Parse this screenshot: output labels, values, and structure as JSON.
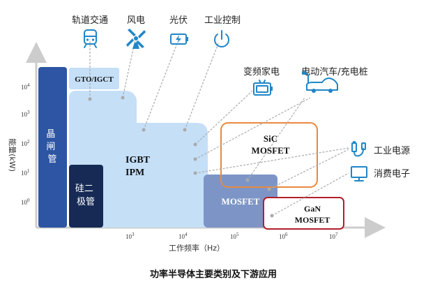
{
  "applications": {
    "rail": "轨道交通",
    "wind": "风电",
    "pv": "光伏",
    "industrial_control": "工业控制",
    "vfd_appliance": "变频家电",
    "ev_charging": "电动汽车/充电桩",
    "industrial_power": "工业电源",
    "consumer_electronics": "消费电子"
  },
  "devices": {
    "thyristor": "晶闸管",
    "gto_igct": "GTO/IGCT",
    "diode": "硅二极管",
    "igbt": "IGBT",
    "ipm": "IPM",
    "mosfet": "MOSFET",
    "sic_line1": "SiC",
    "sic_line2": "MOSFET",
    "gan_line1": "GaN",
    "gan_line2": "MOSFET"
  },
  "axes": {
    "ylabel": "能量(kW)",
    "xlabel": "工作频率（Hz）",
    "yticks": [
      {
        "base": "10",
        "exp": "0"
      },
      {
        "base": "10",
        "exp": "1"
      },
      {
        "base": "10",
        "exp": "2"
      },
      {
        "base": "10",
        "exp": "3"
      },
      {
        "base": "10",
        "exp": "4"
      }
    ],
    "xticks": [
      {
        "base": "10",
        "exp": "3"
      },
      {
        "base": "10",
        "exp": "4"
      },
      {
        "base": "10",
        "exp": "5"
      },
      {
        "base": "10",
        "exp": "6"
      },
      {
        "base": "10",
        "exp": "7"
      }
    ]
  },
  "caption": "功率半导体主要类别及下游应用",
  "colors": {
    "thyristor": "#2d55a3",
    "diode": "#162a55",
    "igbt_region": "#c5dff7",
    "mosfet": "#7d95c6",
    "sic_border": "#e8893e",
    "gan_border": "#b01e2a",
    "icon": "#1f86c8"
  },
  "icons": [
    "train-icon",
    "windmill-icon",
    "battery-icon",
    "power-icon",
    "appliance-icon",
    "car-charging-icon",
    "power-adapter-icon",
    "monitor-icon"
  ]
}
